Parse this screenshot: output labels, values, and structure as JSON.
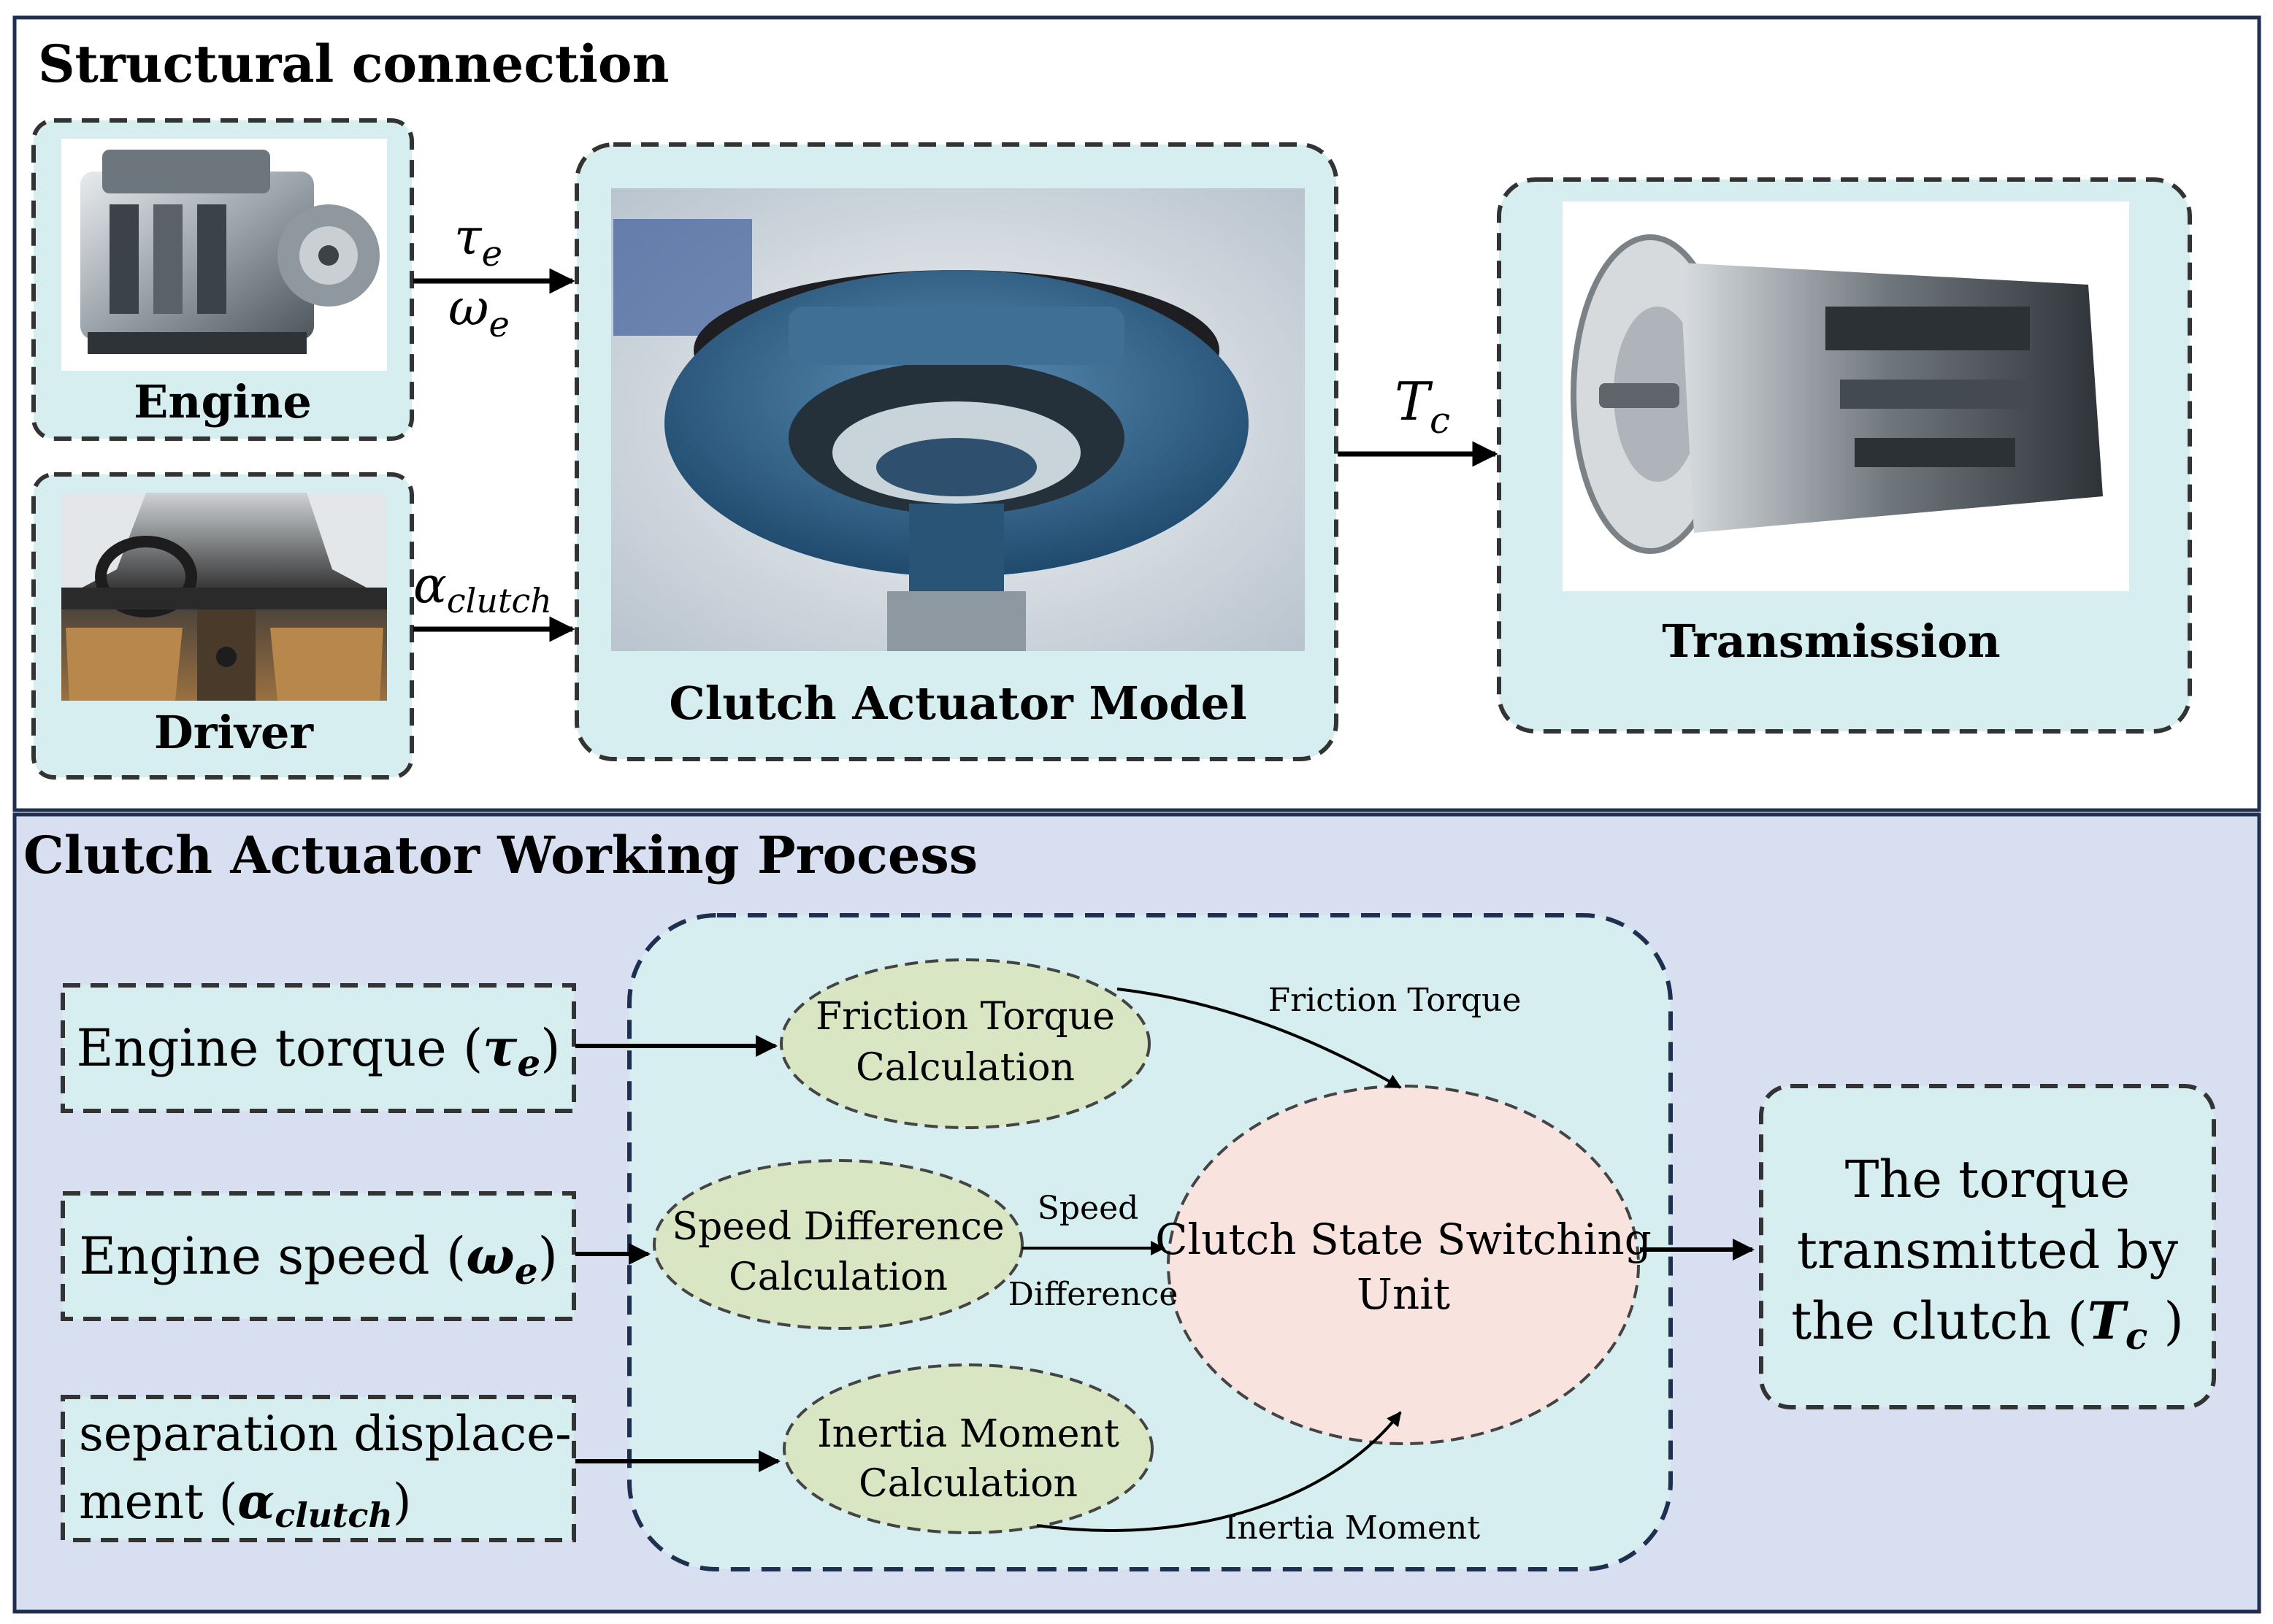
{
  "top_panel": {
    "title": "Structural connection",
    "engine_label": "Engine",
    "driver_label": "Driver",
    "clutch_label": "Clutch Actuator Model",
    "transmission_label": "Transmission",
    "sig_tau": {
      "base": "τ",
      "sub": "e"
    },
    "sig_omega": {
      "base": "ω",
      "sub": "e"
    },
    "sig_alpha": {
      "base": "α",
      "sub": "clutch"
    },
    "sig_tc": {
      "base": "T",
      "sub": "c"
    }
  },
  "bottom_panel": {
    "title": "Clutch Actuator Working Process",
    "input_torque": {
      "prefix": "Engine torque (",
      "sym": "τ",
      "sub": "e",
      "suffix": ")"
    },
    "input_speed": {
      "prefix": "Engine speed (",
      "sym": "ω",
      "sub": "e",
      "suffix": ")"
    },
    "input_sep": {
      "line1": "separation displace-",
      "prefix": "ment (",
      "sym": "α",
      "sub": "clutch",
      "suffix": ")"
    },
    "friction_node": {
      "line1": "Friction Torque",
      "line2": "Calculation"
    },
    "speed_node": {
      "line1": "Speed Difference",
      "line2": "Calculation"
    },
    "inertia_node": {
      "line1": "Inertia Moment",
      "line2": "Calculation"
    },
    "switch_node": {
      "line1": "Clutch State Switching",
      "line2": "Unit"
    },
    "edge_friction": "Friction Torque",
    "edge_speed_1": "Speed",
    "edge_speed_2": "Difference",
    "edge_inertia": "Inertia Moment",
    "output": {
      "line1": "The torque",
      "line2": "transmitted by",
      "prefix": "the clutch (",
      "sym": "T",
      "sub": "c",
      "suffix": " )"
    }
  },
  "colors": {
    "panel_border": "#1f2f4f",
    "light_cyan": "#d6eef0",
    "lavender": "#d7dff1",
    "green_node": "#d8e6c4",
    "pink_node": "#f8e3df"
  }
}
